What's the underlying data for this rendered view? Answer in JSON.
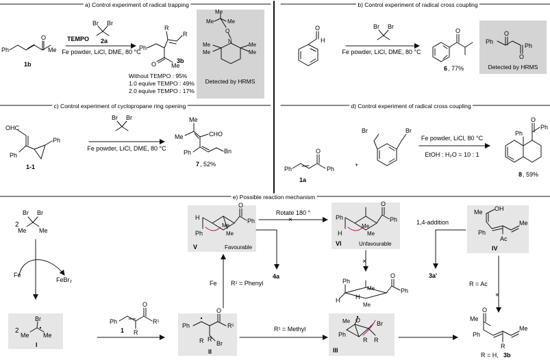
{
  "panels": {
    "a": {
      "title": "a) Control experiment of radical trapping",
      "reactant_label": "1b",
      "reagent_top": "TEMPO",
      "reagent_label": "2a",
      "conditions": "Fe powder, LiCl, DME, 80 °C",
      "product_label": "3b",
      "results": [
        "Without   TEMPO : 95%",
        "1.0 equive TEMPO : 49%",
        "2.0 equive TEMPO : 17%"
      ],
      "note": "Detected by HRMS"
    },
    "b": {
      "title": "b) Control experiment of radical cross coupling",
      "conditions": "Fe powder, LiCl, DME, 80 °C",
      "product_label": "6",
      "product_yield": ", 77%",
      "note": "Detected by HRMS"
    },
    "c": {
      "title": "c) Control experiment of cyclopropane ring opening",
      "reactant_label": "1-1",
      "conditions": "Fe powder, LiCl, DME, 80 °C",
      "product_label": "7",
      "product_yield": ", 52%"
    },
    "d": {
      "title": "d) Control experiment of radical cross coupling",
      "reactant_label": "1a",
      "plus": "+",
      "conditions_top": "Fe powder, LiCl, 80 °C",
      "conditions_bottom": "EtOH : H₂O = 10 : 1",
      "product_label": "8",
      "product_yield": ", 59%"
    },
    "e": {
      "title": "e) Possible reaction mechanism",
      "coef": "2",
      "fe": "Fe",
      "febr2": "FeBr₂",
      "label_I": "I",
      "label_II": "II",
      "label_III": "III",
      "label_IV": "IV",
      "label_V": "V",
      "label_VI": "VI",
      "reagent_1": "1",
      "fe_up": "Fe",
      "r1_phenyl": "R¹ = Phenyl",
      "r1_methyl": "R¹ = Methyl",
      "rotate": "Rotate 180 °",
      "favourable": "Favourable",
      "unfavourable": "Unfavourable",
      "product_4a": "4a",
      "product_3a": "3a'",
      "addition": "1,4-addition",
      "r_ac": "R = Ac",
      "r_h": "R = H, ",
      "label_3b": "3b"
    }
  },
  "atoms": {
    "ph": "Ph",
    "me": "Me",
    "br": "Br",
    "o": "O",
    "n": "N",
    "h": "H",
    "cho": "CHO",
    "ohc": "OHC",
    "bn": "Bn",
    "oh": "OH",
    "ac": "Ac",
    "r": "R",
    "r1": "R¹",
    "cross": "×"
  }
}
